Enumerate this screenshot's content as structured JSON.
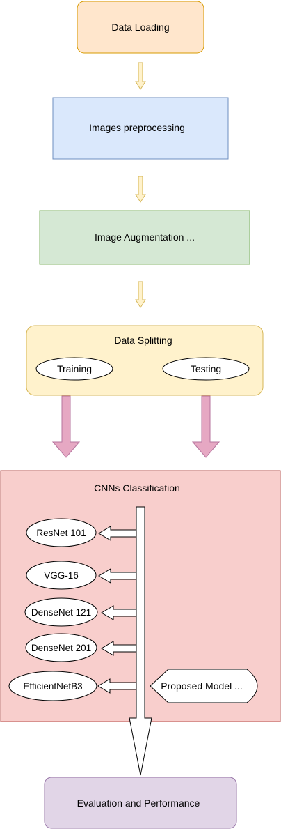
{
  "steps": {
    "data_loading": "Data Loading",
    "preprocessing": "Images preprocessing",
    "augmentation": "Image Augmentation ...",
    "splitting": "Data Splitting",
    "training": "Training",
    "testing": "Testing",
    "cnn_classification": "CNNs Classification",
    "proposed_model": "Proposed Model ...",
    "evaluation": "Evaluation and Performance"
  },
  "models": [
    "ResNet 101",
    "VGG-16",
    "DenseNet 121",
    "DenseNet 201",
    "EfficientNetB3"
  ],
  "colors": {
    "loading_fill": "#ffe6cc",
    "loading_stroke": "#d79b00",
    "preproc_fill": "#dae8fc",
    "preproc_stroke": "#6c8ebf",
    "augment_fill": "#d5e8d4",
    "augment_stroke": "#82b366",
    "split_fill": "#fff2cc",
    "split_stroke": "#d6b656",
    "cnn_fill": "#f8cecc",
    "cnn_stroke": "#b85450",
    "eval_fill": "#e1d5e7",
    "eval_stroke": "#9673a6",
    "pink_arrow_fill": "#e6a8c3",
    "pink_arrow_stroke": "#b5739d"
  }
}
